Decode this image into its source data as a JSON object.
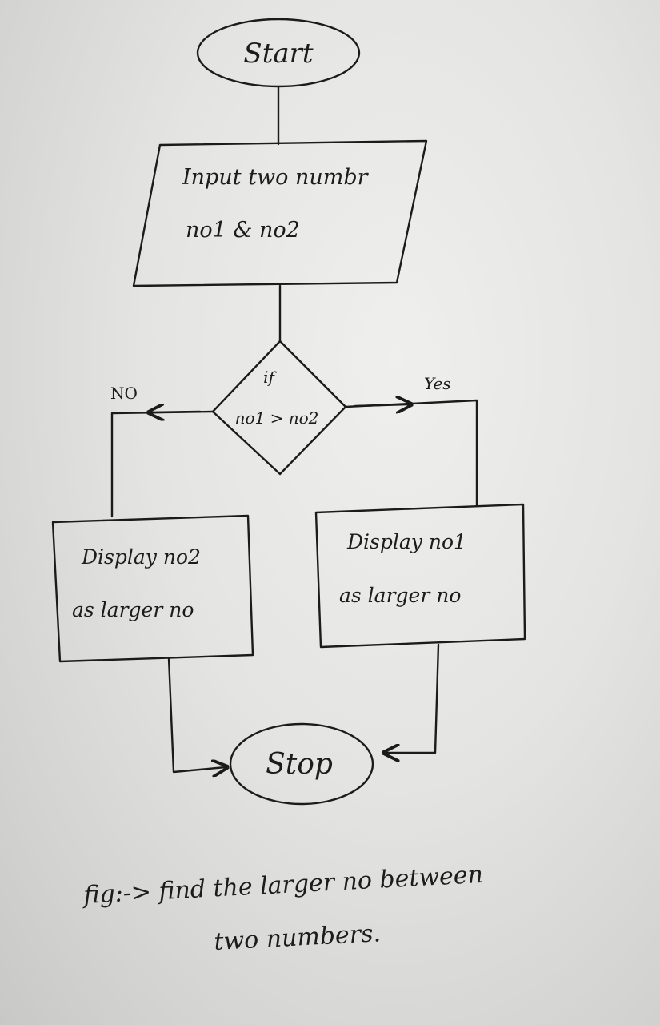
{
  "diagram": {
    "start": "Start",
    "input_line1": "Input two numbr",
    "input_line2": "no1 & no2",
    "decision_line1": "if",
    "decision_line2": "no1 > no2",
    "label_no": "NO",
    "label_yes": "Yes",
    "display_left_line1": "Display no2",
    "display_left_line2": "as larger no",
    "display_right_line1": "Display no1",
    "display_right_line2": "as larger no",
    "stop": "Stop"
  },
  "caption": {
    "line1": "fig:-> find the larger no between",
    "line2": "two numbers."
  },
  "colors": {
    "ink": "#1b1b1b",
    "paper": "#e8e8e6"
  }
}
